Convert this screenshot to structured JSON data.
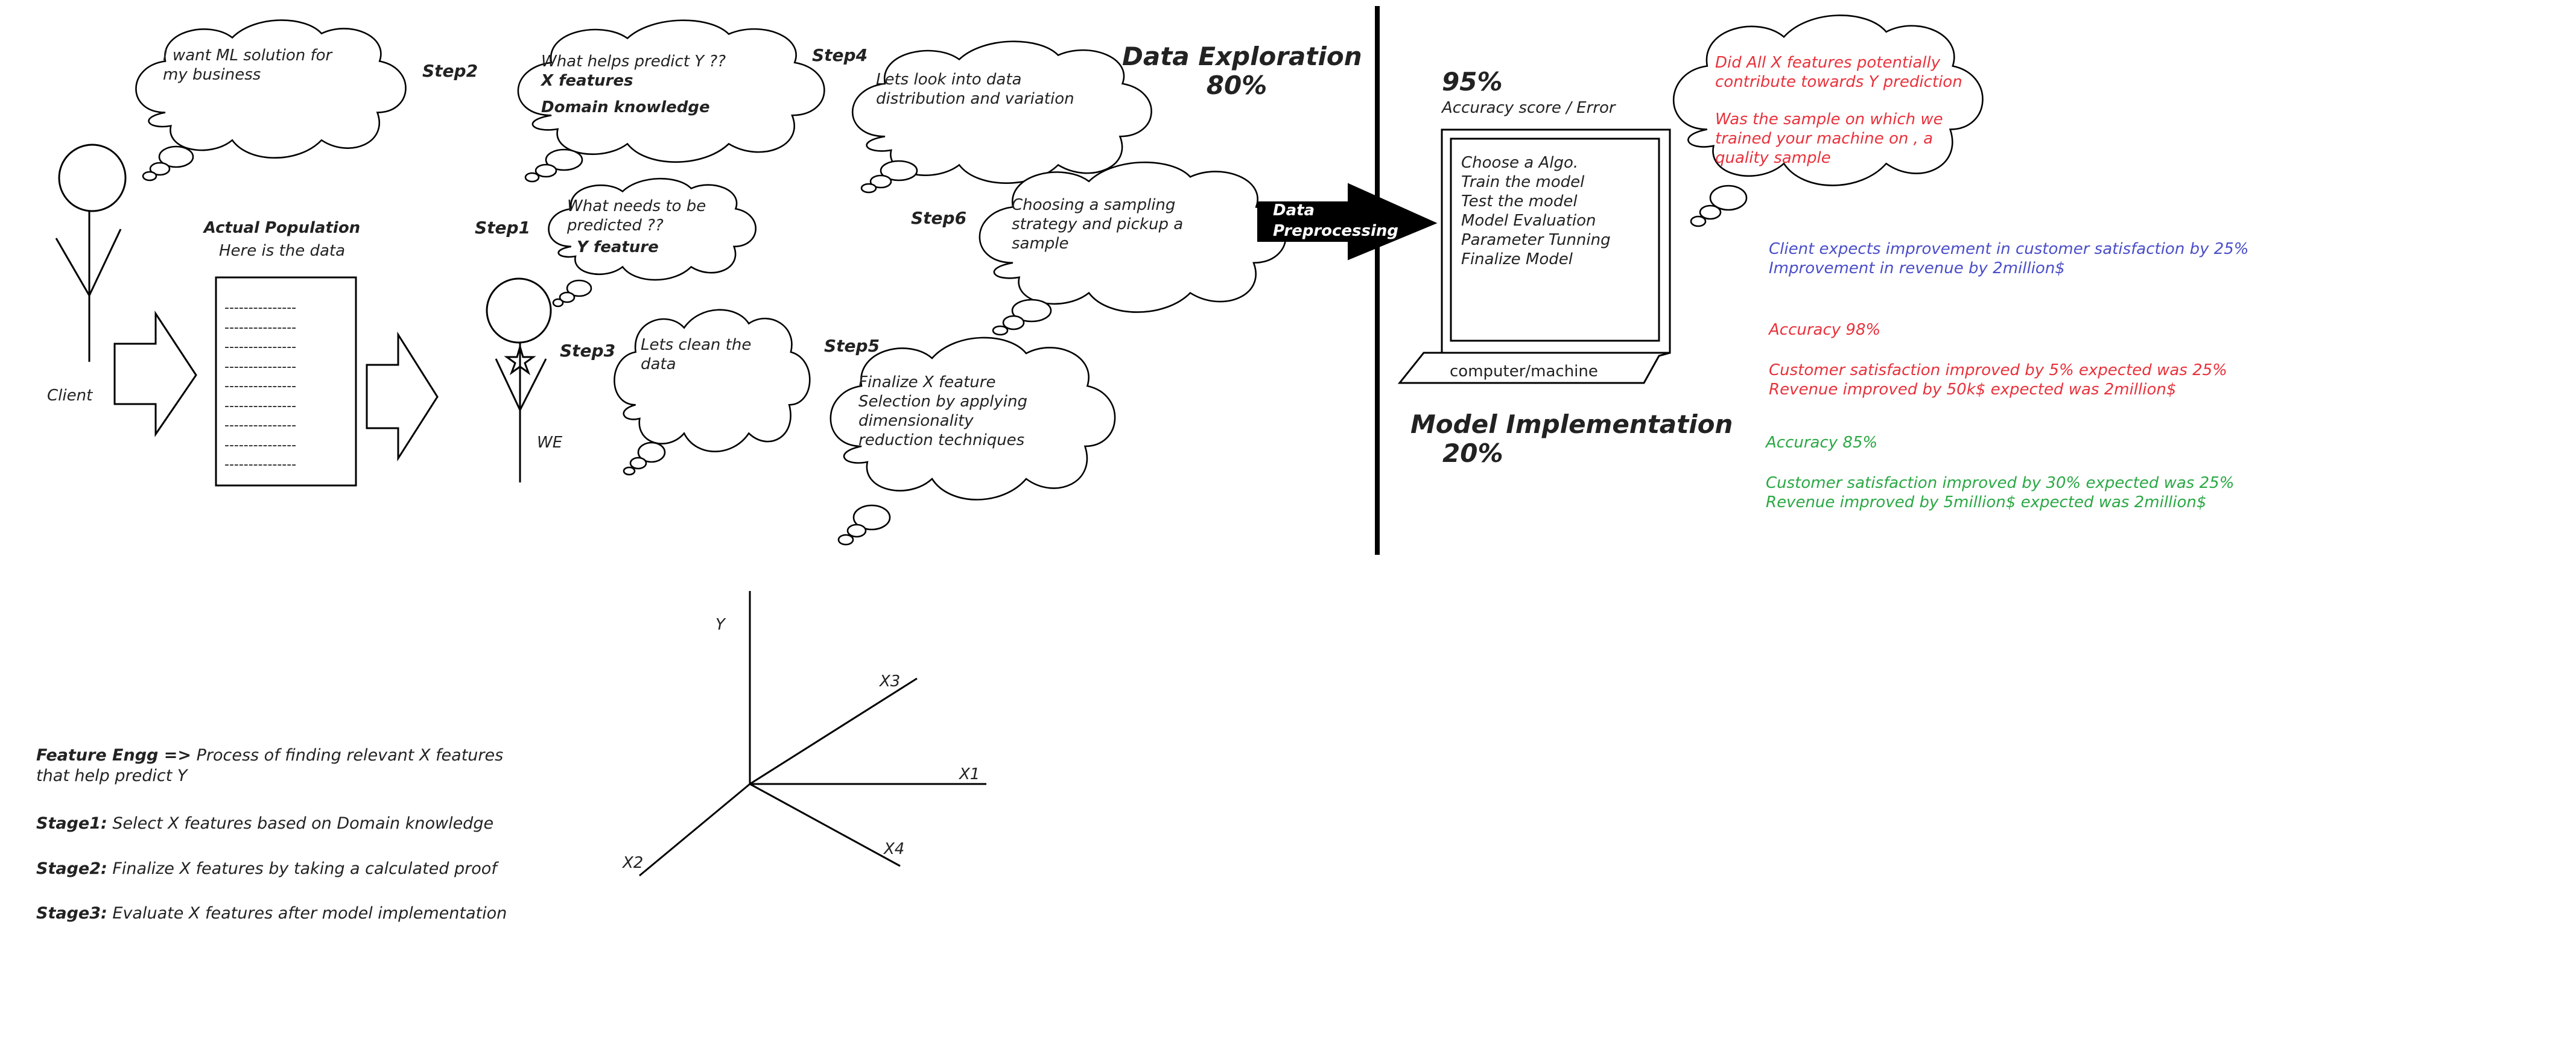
{
  "client": {
    "label": "Client",
    "thought": [
      "I want ML solution for",
      "my business"
    ]
  },
  "population": {
    "title": "Actual Population",
    "subtitle": "Here is the data",
    "lines": [
      "---------------",
      "---------------",
      "---------------",
      "---------------",
      "---------------",
      "---------------",
      "---------------",
      "---------------",
      "---------------"
    ]
  },
  "we": {
    "label": "WE"
  },
  "steps": {
    "step1": {
      "label": "Step1",
      "lines": [
        "What needs to be",
        "predicted ??"
      ],
      "bold": "Y feature"
    },
    "step2": {
      "label": "Step2",
      "line1": "What helps predict Y ??",
      "bold1": "X features",
      "bold2": "Domain knowledge"
    },
    "step3": {
      "label": "Step3",
      "lines": [
        "Lets clean the",
        "data"
      ]
    },
    "step4": {
      "label": "Step4",
      "lines": [
        "Lets look into data",
        "distribution and variation"
      ]
    },
    "step5": {
      "label": "Step5",
      "lines": [
        "Finalize X feature",
        "Selection by applying",
        "dimensionality",
        "reduction techniques"
      ]
    },
    "step6": {
      "label": "Step6",
      "lines": [
        "Choosing a sampling",
        "strategy and pickup a",
        "sample"
      ]
    }
  },
  "data_exploration": {
    "title": "Data Exploration",
    "percent": "80%"
  },
  "arrow_label": [
    "Data",
    "Preprocessing"
  ],
  "machine": {
    "score": "95%",
    "score_label": "Accuracy score / Error",
    "screen_lines": [
      "Choose a Algo.",
      "Train the model",
      "Test the model",
      "Model Evaluation",
      "Parameter Tunning",
      "Finalize Model"
    ],
    "base_label": "computer/machine"
  },
  "model_impl": {
    "title": "Model Implementation",
    "percent": "20%"
  },
  "question": {
    "lines1": [
      "Did All X features potentially",
      "contribute towards Y prediction"
    ],
    "lines2": [
      "Was the sample on which we",
      "trained your machine on , a",
      "quality sample"
    ]
  },
  "expectations": {
    "blue": [
      "Client expects improvement in customer satisfaction by 25%",
      "Improvement in revenue by 2million$"
    ],
    "red_acc": "Accuracy 98%",
    "red": [
      "Customer satisfaction improved by 5% expected was 25%",
      "Revenue improved by 50k$ expected was 2million$"
    ],
    "green_acc": "Accuracy 85%",
    "green": [
      "Customer satisfaction improved by 30% expected was 25%",
      "Revenue improved by 5million$ expected was 2million$"
    ]
  },
  "axes": {
    "y": "Y",
    "x1": "X1",
    "x2": "X2",
    "x3": "X3",
    "x4": "X4"
  },
  "feature_engg": {
    "term": "Feature Engg =>",
    "def1": "Process of finding relevant X features",
    "def2": "that help predict Y",
    "stages": [
      {
        "label": "Stage1:",
        "text": "Select X features based on Domain knowledge"
      },
      {
        "label": "Stage2:",
        "text": "Finalize X features by taking a calculated proof"
      },
      {
        "label": "Stage3:",
        "text": "Evaluate X features after model implementation"
      }
    ]
  },
  "colors": {
    "red": "#e8323c",
    "blue": "#4a4ec8",
    "green": "#2aa844",
    "ink": "#000000"
  }
}
